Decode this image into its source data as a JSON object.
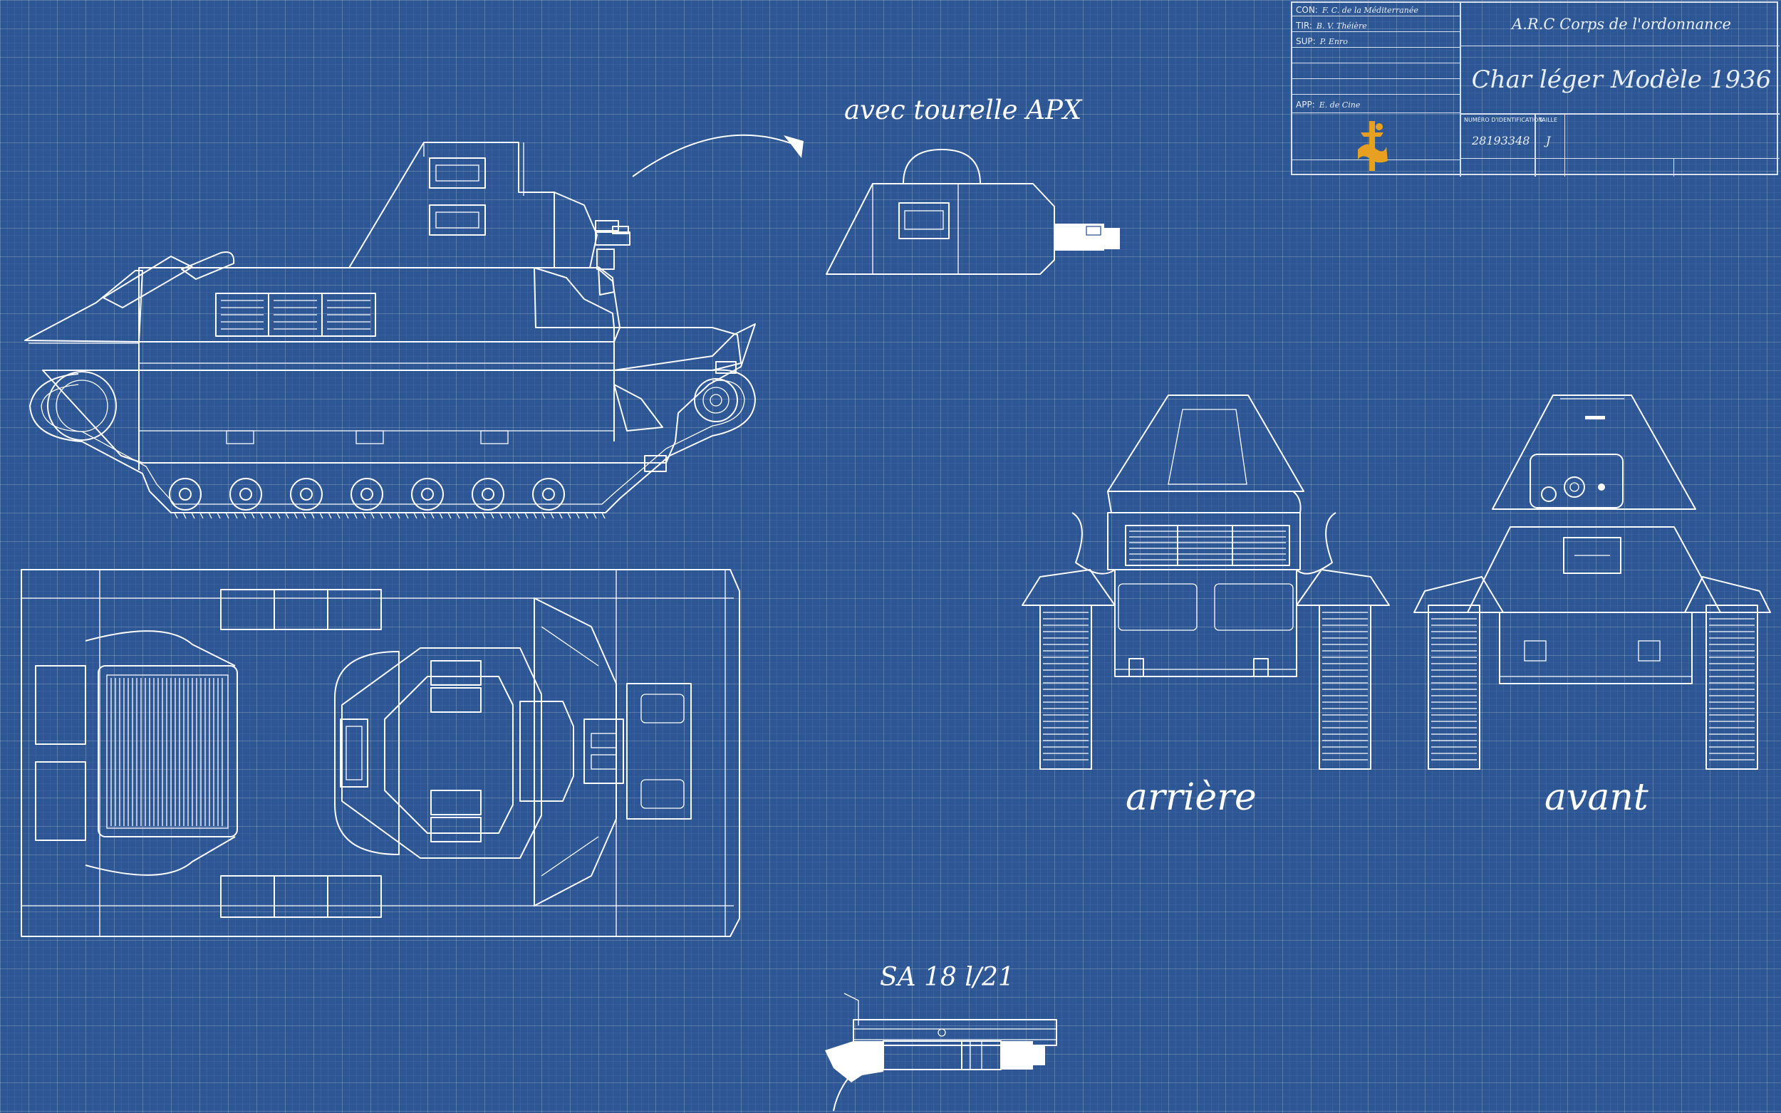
{
  "labels": {
    "turret_variant": "avec tourelle APX",
    "rear_view": "arrière",
    "front_view": "avant",
    "gun": "SA 18 l/21"
  },
  "title_block": {
    "con_key": "CON:",
    "con_value": "F. C. de la Méditerranée",
    "tir_key": "TIR:",
    "tir_value": "B. V. Théière",
    "sup_key": "SUP:",
    "sup_value": "P. Enro",
    "app_key": "APP:",
    "app_value": "E. de Cine",
    "organization": "A.R.C Corps de l'ordonnance",
    "drawing_title": "Char léger Modèle 1936",
    "id_header": "NUMÉRO D'IDENTIFICATION",
    "id_value": "28193348",
    "size_header": "TAILLE",
    "size_value": "J"
  },
  "colors": {
    "background": "#2d5694",
    "linework": "#ffffff",
    "emblem": "#e8a020"
  },
  "icons": [
    "emblem-icon",
    "arrow-icon"
  ]
}
